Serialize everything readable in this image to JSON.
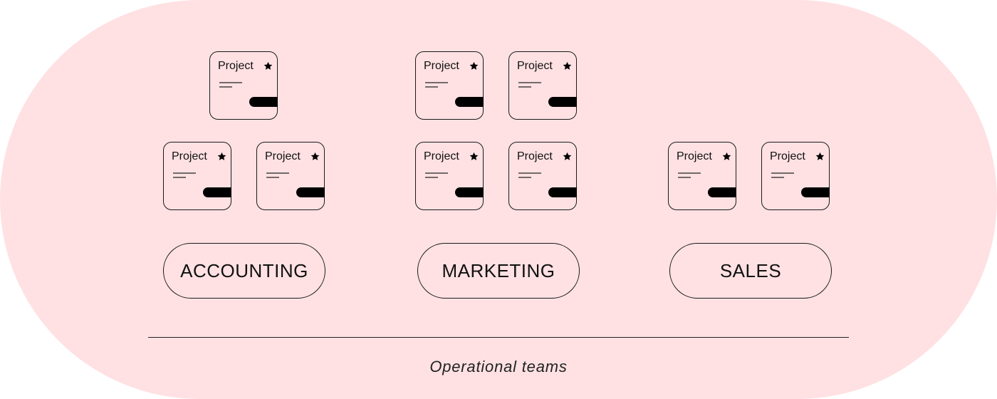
{
  "teams": [
    {
      "name": "ACCOUNTING",
      "cards": [
        "Project",
        "Project",
        "Project"
      ]
    },
    {
      "name": "MARKETING",
      "cards": [
        "Project",
        "Project",
        "Project",
        "Project"
      ]
    },
    {
      "name": "SALES",
      "cards": [
        "Project",
        "Project"
      ]
    }
  ],
  "caption": "Operational teams",
  "colors": {
    "background": "#ffe1e3",
    "ink": "#111111",
    "toggle": "#000000"
  },
  "card_icon": "star-icon"
}
